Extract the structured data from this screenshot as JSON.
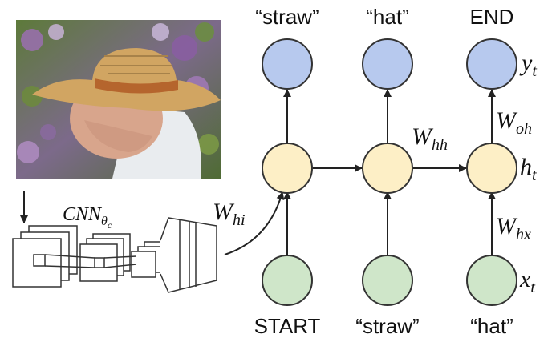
{
  "outputs": [
    "“straw”",
    "“hat”",
    "END"
  ],
  "inputs": [
    "START",
    "“straw”",
    "“hat”"
  ],
  "labels": {
    "y": "y",
    "y_sub": "t",
    "h": "h",
    "h_sub": "t",
    "x": "x",
    "x_sub": "t",
    "w_oh": "W",
    "w_oh_sub": "oh",
    "w_hh": "W",
    "w_hh_sub": "hh",
    "w_hx": "W",
    "w_hx_sub": "hx",
    "w_hi": "W",
    "w_hi_sub": "hi",
    "cnn": "CNN",
    "cnn_sub": "θ",
    "cnn_subsub": "c"
  },
  "colors": {
    "output_node": "#b7c9ee",
    "hidden_node": "#fdefc6",
    "input_node": "#cfe6c9"
  },
  "photo": {
    "subject": "elderly man wearing a straw hat"
  }
}
